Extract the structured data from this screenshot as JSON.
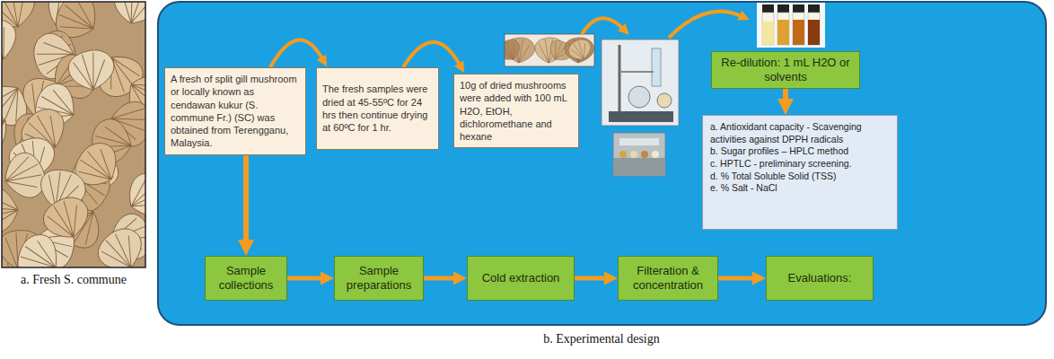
{
  "diagram": {
    "nodes": [
      {
        "text": [
          "A fresh of split gill mushroom or locally known as cendawan kukur (S. commune Fr.) (SC) was obtained from Terengganu, Malaysia."
        ]
      },
      {
        "text": [
          "The fresh samples were dried at 45-55ºC for 24 hrs then continue drying at 60ºC for 1 hr."
        ]
      },
      {
        "text": [
          "10g of dried mushrooms were added with 100 mL H2O, EtOH, dichloromethane and hexane"
        ]
      },
      {
        "text": [
          "Re-dilution: 1 mL H2O or solvents"
        ]
      },
      {
        "text": [
          "a. Antioxidant capacity - Scavenging activities against DPPH radicals",
          "b. Sugar profiles – HPLC method",
          "c. HPTLC - preliminary screening.",
          "d. % Total Soluble Solid (TSS)",
          "e. % Salt - NaCl"
        ]
      },
      {
        "text": [
          "Sample collections"
        ]
      },
      {
        "text": [
          "Sample preparations"
        ]
      },
      {
        "text": [
          "Cold extraction"
        ]
      },
      {
        "text": [
          "Filteration & concentration"
        ]
      },
      {
        "text": [
          "Evaluations:"
        ]
      }
    ],
    "edges": [
      {
        "from": 0,
        "to": 1,
        "arrow": "to"
      },
      {
        "from": 1,
        "to": 2,
        "arrow": "to"
      },
      {
        "from": 0,
        "to": 5,
        "arrow": "to"
      },
      {
        "from": 3,
        "to": 4,
        "arrow": "to"
      },
      {
        "from": 5,
        "to": 6,
        "arrow": "to"
      },
      {
        "from": 6,
        "to": 7,
        "arrow": "to"
      },
      {
        "from": 7,
        "to": 8,
        "arrow": "to"
      },
      {
        "from": 8,
        "to": 9,
        "arrow": "to"
      }
    ],
    "labels": [
      "a. Fresh S. commune",
      "b. Experimental design"
    ]
  }
}
